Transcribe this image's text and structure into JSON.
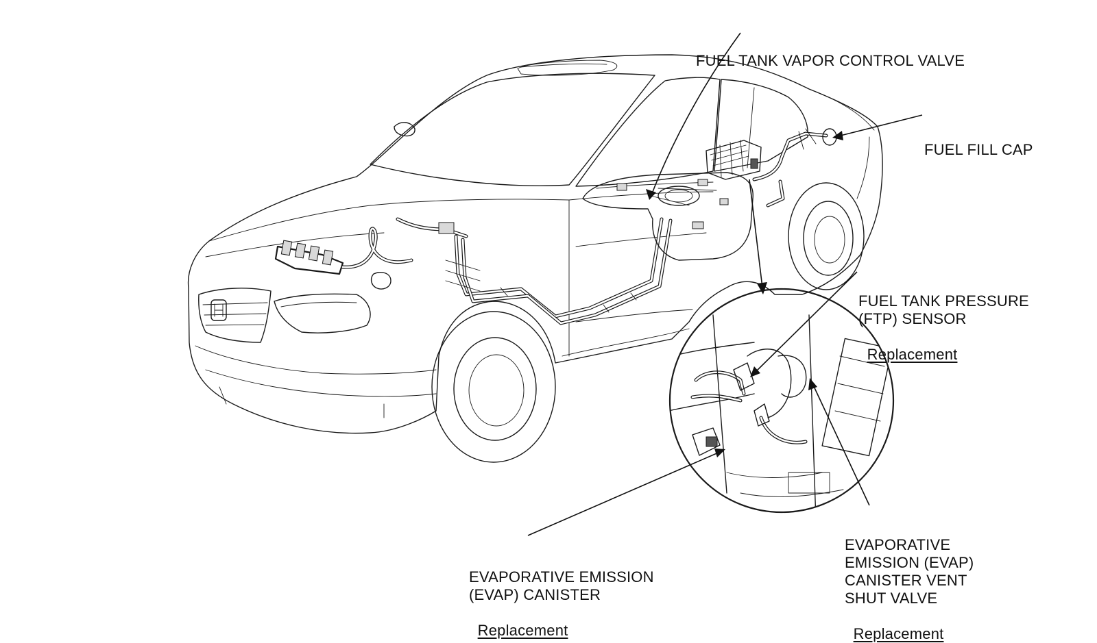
{
  "callouts": {
    "vapor_control_valve": {
      "title": "FUEL TANK VAPOR CONTROL VALVE"
    },
    "fill_cap": {
      "title": "FUEL FILL CAP"
    },
    "ftp_sensor": {
      "title": "FUEL TANK PRESSURE\n(FTP) SENSOR",
      "link": "Replacement"
    },
    "evap_canister": {
      "title": "EVAPORATIVE EMISSION\n(EVAP) CANISTER",
      "link": "Replacement"
    },
    "evap_vent_valve": {
      "title": "EVAPORATIVE\nEMISSION (EVAP)\nCANISTER VENT\nSHUT VALVE",
      "link": "Replacement"
    }
  },
  "colors": {
    "ink": "#1a1a1a",
    "background": "#ffffff"
  }
}
